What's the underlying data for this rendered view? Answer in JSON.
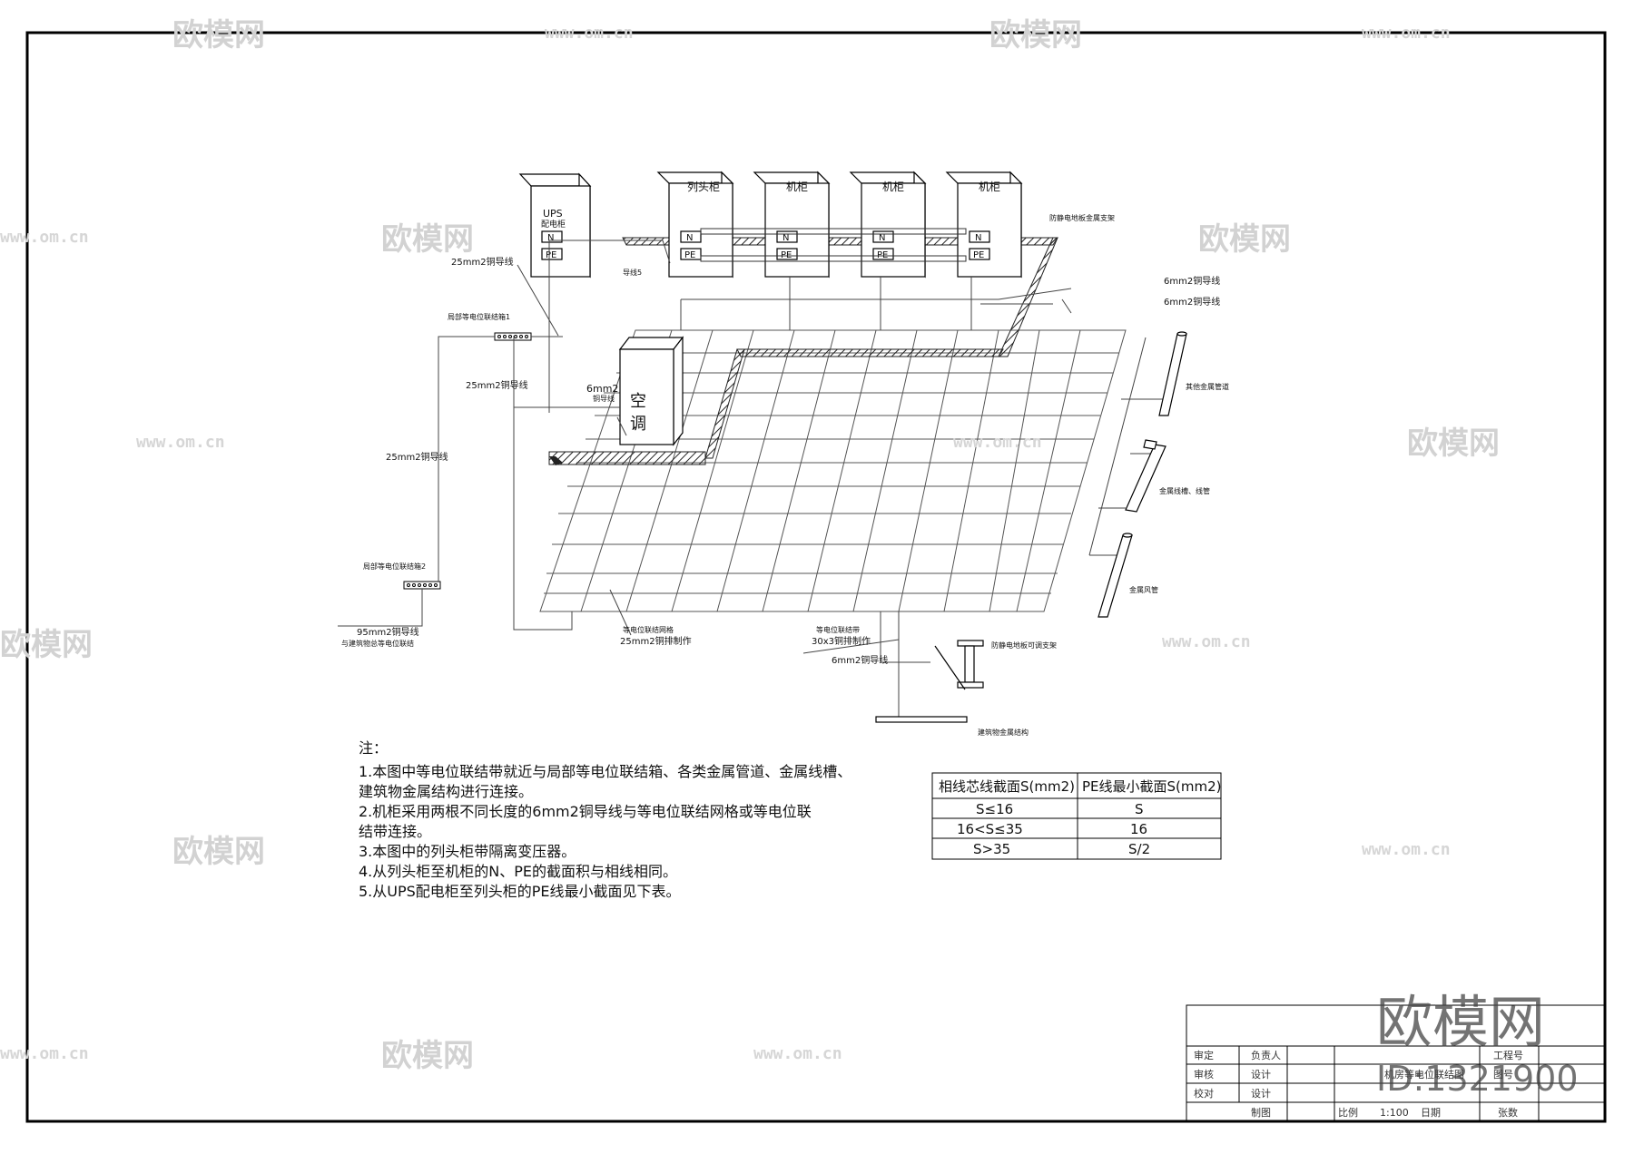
{
  "cabinets": {
    "ups": {
      "line1": "UPS",
      "line2": "配电柜"
    },
    "head": "列头柜",
    "rack1": "机柜",
    "rack2": "机柜",
    "rack3": "机柜",
    "n": "N",
    "pe": "PE"
  },
  "aircon": {
    "line1": "空",
    "line2": "调"
  },
  "labels": {
    "c25_a": "25mm2铜导线",
    "c25_b": "25mm2铜导线",
    "c25_c": "25mm2铜导线",
    "box1": "局部等电位联结箱1",
    "box2": "局部等电位联结箱2",
    "c95_1": "95mm2铜导线",
    "c95_2": "与建筑物总等电位联结",
    "mesh_1": "等电位联结网格",
    "mesh_2": "25mm2铜排制作",
    "strip_1": "等电位联结带",
    "strip_2": "30x3铜排制作",
    "c6_a": "6mm2铜导线",
    "c6_b": "6mm2铜导线",
    "c6_c": "6mm2铜导线",
    "c6_d1": "6mm2",
    "c6_d2": "铜导线",
    "floor_top": "防静电地板金属支架",
    "floor_bottom": "防静电地板可调支架",
    "pipe": "其他金属管道",
    "tray": "金属线槽、线管",
    "conduit": "金属风管",
    "building": "建筑物金属结构",
    "wire5": "导线5"
  },
  "notes": [
    "注：",
    "1.本图中等电位联结带就近与局部等电位联结箱、各类金属管道、金属线槽、",
    "建筑物金属结构进行连接。",
    "2.机柜采用两根不同长度的6mm2铜导线与等电位联结网格或等电位联",
    "结带连接。",
    "3.本图中的列头柜带隔离变压器。",
    "4.从列头柜至机柜的N、PE的截面积与相线相同。",
    "5.从UPS配电柜至列头柜的PE线最小截面见下表。"
  ],
  "pe_table": {
    "headers": [
      "相线芯线截面S(mm2)",
      "PE线最小截面S(mm2)"
    ],
    "rows": [
      [
        "S≤16",
        "S"
      ],
      [
        "16<S≤35",
        "16"
      ],
      [
        "S>35",
        "S/2"
      ]
    ]
  },
  "title_block": {
    "cells": [
      "审定",
      "负责人",
      "审核",
      "设计",
      "校对",
      "设计",
      "制图"
    ],
    "project_label": "工程号",
    "drawing_label": "图号",
    "scale_label": "比例",
    "scale_value": "1:100",
    "date_label": "日期",
    "sheets_label": "张数",
    "drawing_title": "机房等电位联结图"
  },
  "watermark": {
    "brand": "欧模网",
    "url": "www.om.cn",
    "id": "ID:1321900"
  }
}
